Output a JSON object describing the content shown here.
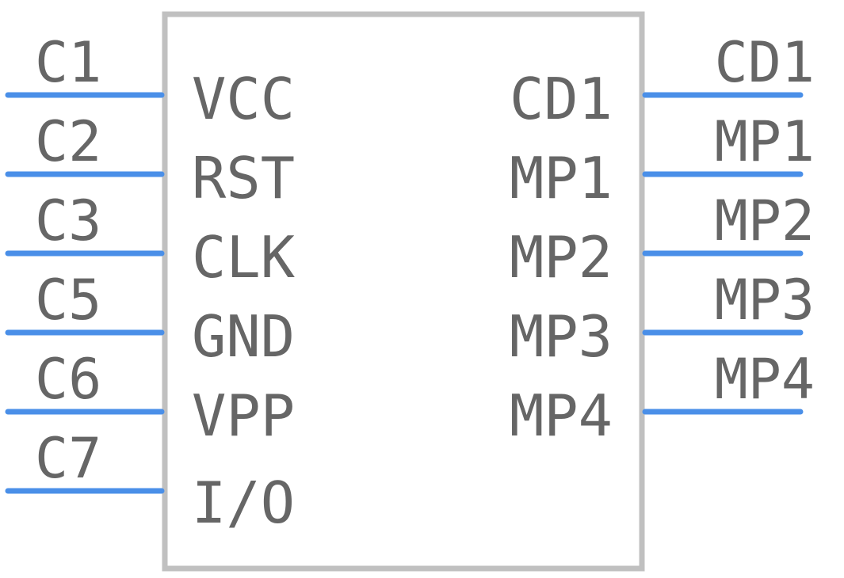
{
  "component": {
    "left_pins": [
      {
        "number": "C1",
        "name": "VCC"
      },
      {
        "number": "C2",
        "name": "RST"
      },
      {
        "number": "C3",
        "name": "CLK"
      },
      {
        "number": "C5",
        "name": "GND"
      },
      {
        "number": "C6",
        "name": "VPP"
      },
      {
        "number": "C7",
        "name": "I/O"
      }
    ],
    "right_pins": [
      {
        "number": "CD1",
        "name": "CD1"
      },
      {
        "number": "MP1",
        "name": "MP1"
      },
      {
        "number": "MP2",
        "name": "MP2"
      },
      {
        "number": "MP3",
        "name": "MP3"
      },
      {
        "number": "MP4",
        "name": "MP4"
      }
    ]
  },
  "colors": {
    "pin": "#4a8fe8",
    "outline": "#c0c0c0",
    "text": "#666666"
  }
}
